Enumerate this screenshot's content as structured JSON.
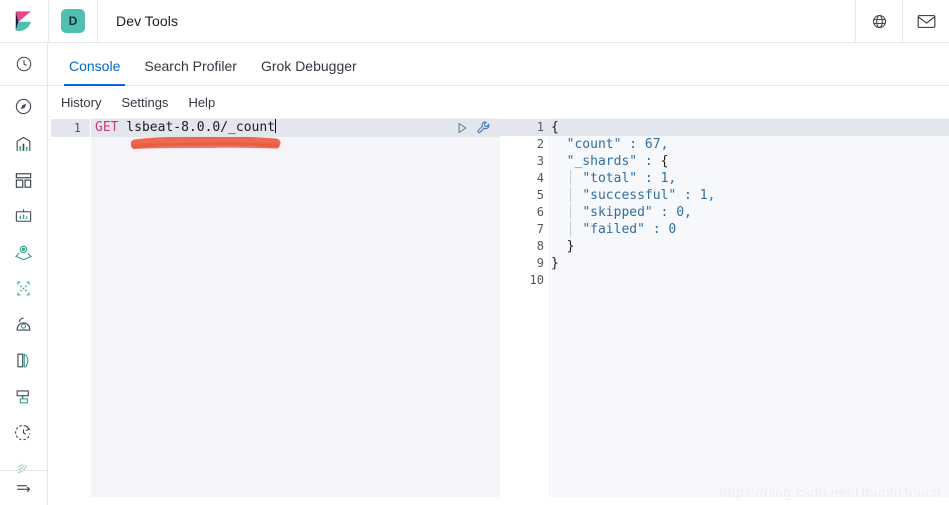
{
  "header": {
    "logo_name": "kibana-logo",
    "space_badge": "D",
    "app_title": "Dev Tools",
    "right_icons": [
      {
        "name": "globe-help-icon",
        "glyph": "globe"
      },
      {
        "name": "mail-icon",
        "glyph": "envelope"
      }
    ]
  },
  "sidebar": {
    "items": [
      {
        "name": "sidebar-item-recently-viewed",
        "icon": "clock-icon"
      },
      {
        "name": "sidebar-item-discover",
        "icon": "compass-icon"
      },
      {
        "name": "sidebar-item-visualize",
        "icon": "bar-chart-icon"
      },
      {
        "name": "sidebar-item-dashboard",
        "icon": "dashboard-icon"
      },
      {
        "name": "sidebar-item-canvas",
        "icon": "presentation-icon"
      },
      {
        "name": "sidebar-item-maps",
        "icon": "map-marker-icon"
      },
      {
        "name": "sidebar-item-machine-learning",
        "icon": "machine-learning-icon"
      },
      {
        "name": "sidebar-item-infrastructure",
        "icon": "user-infra-icon"
      },
      {
        "name": "sidebar-item-logs",
        "icon": "logs-icon"
      },
      {
        "name": "sidebar-item-apm",
        "icon": "apm-icon"
      },
      {
        "name": "sidebar-item-uptime",
        "icon": "uptime-clock-icon"
      },
      {
        "name": "sidebar-item-siem",
        "icon": "signal-icon"
      }
    ],
    "collapse": {
      "name": "sidebar-collapse-toggle",
      "icon": "collapse-arrow-icon"
    }
  },
  "tabs": [
    {
      "label": "Console",
      "active": true
    },
    {
      "label": "Search Profiler",
      "active": false
    },
    {
      "label": "Grok Debugger",
      "active": false
    }
  ],
  "submenu": [
    {
      "label": "History"
    },
    {
      "label": "Settings"
    },
    {
      "label": "Help"
    }
  ],
  "request_editor": {
    "line_numbers": [
      "1",
      "",
      "",
      "",
      "",
      "",
      "",
      "",
      "",
      "",
      "",
      "",
      "",
      "",
      "",
      "",
      "",
      "",
      "",
      "",
      ""
    ],
    "method": "GET",
    "path": " lsbeat-8.0.0/_count",
    "run_button_name": "send-request-button",
    "wrench_button_name": "request-options-wrench-icon",
    "annotation_color": "#ea5c41"
  },
  "response_editor": {
    "lines": [
      {
        "num": "1",
        "fold": "▾",
        "text": "{",
        "active": true
      },
      {
        "num": "2",
        "fold": "",
        "text": "  \"count\" : 67,",
        "active": false
      },
      {
        "num": "3",
        "fold": "▾",
        "text": "  \"_shards\" : {",
        "active": false
      },
      {
        "num": "4",
        "fold": "",
        "text": "    \"total\" : 1,",
        "active": false
      },
      {
        "num": "5",
        "fold": "",
        "text": "    \"successful\" : 1,",
        "active": false
      },
      {
        "num": "6",
        "fold": "",
        "text": "    \"skipped\" : 0,",
        "active": false
      },
      {
        "num": "7",
        "fold": "",
        "text": "    \"failed\" : 0",
        "active": false
      },
      {
        "num": "8",
        "fold": "▴",
        "text": "  }",
        "active": false
      },
      {
        "num": "9",
        "fold": "▴",
        "text": "}",
        "active": false
      },
      {
        "num": "10",
        "fold": "",
        "text": "",
        "active": false
      }
    ],
    "response_values": {
      "count": 67,
      "_shards": {
        "total": 1,
        "successful": 1,
        "skipped": 0,
        "failed": 0
      }
    }
  },
  "splitter": {
    "name": "pane-drag-handle"
  },
  "watermark": "https://blog.csdn.net/UbuntuTouch",
  "colors": {
    "accent_blue": "#0b64dd",
    "space_teal": "#4fbfae",
    "method_pink": "#cc3b7e",
    "json_blue": "#2f6f9f",
    "annotation_red": "#ea5c41"
  }
}
